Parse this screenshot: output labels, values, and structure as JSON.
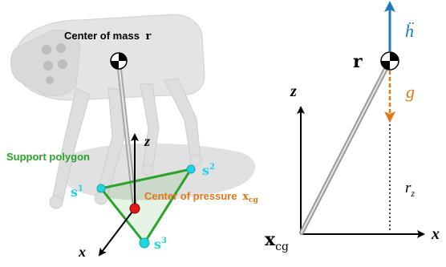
{
  "left_panel": {
    "com_label": "Center of mass",
    "com_symbol": "r",
    "support_label": "Support polygon",
    "cop_label": "Center of pressure",
    "cop_symbol": "x",
    "cop_subscript": "cg",
    "contacts": [
      {
        "base": "s",
        "sup": "1"
      },
      {
        "base": "s",
        "sup": "2"
      },
      {
        "base": "s",
        "sup": "3"
      }
    ],
    "axis_x": "x",
    "axis_z": "z"
  },
  "right_panel": {
    "mass_symbol": "r",
    "accel_symbol": "ḧ",
    "gravity_symbol": "g",
    "height_symbol": "r",
    "height_subscript": "z",
    "origin_symbol": "x",
    "origin_subscript": "cg",
    "axis_x": "x",
    "axis_z": "z"
  },
  "colors": {
    "support": "#2aa32a",
    "contact": "#22d3e0",
    "cop": "#e0781a",
    "accel": "#1f7ab8",
    "gravity": "#e0781a",
    "rod": "#b8b8b8",
    "axis": "#000000"
  }
}
